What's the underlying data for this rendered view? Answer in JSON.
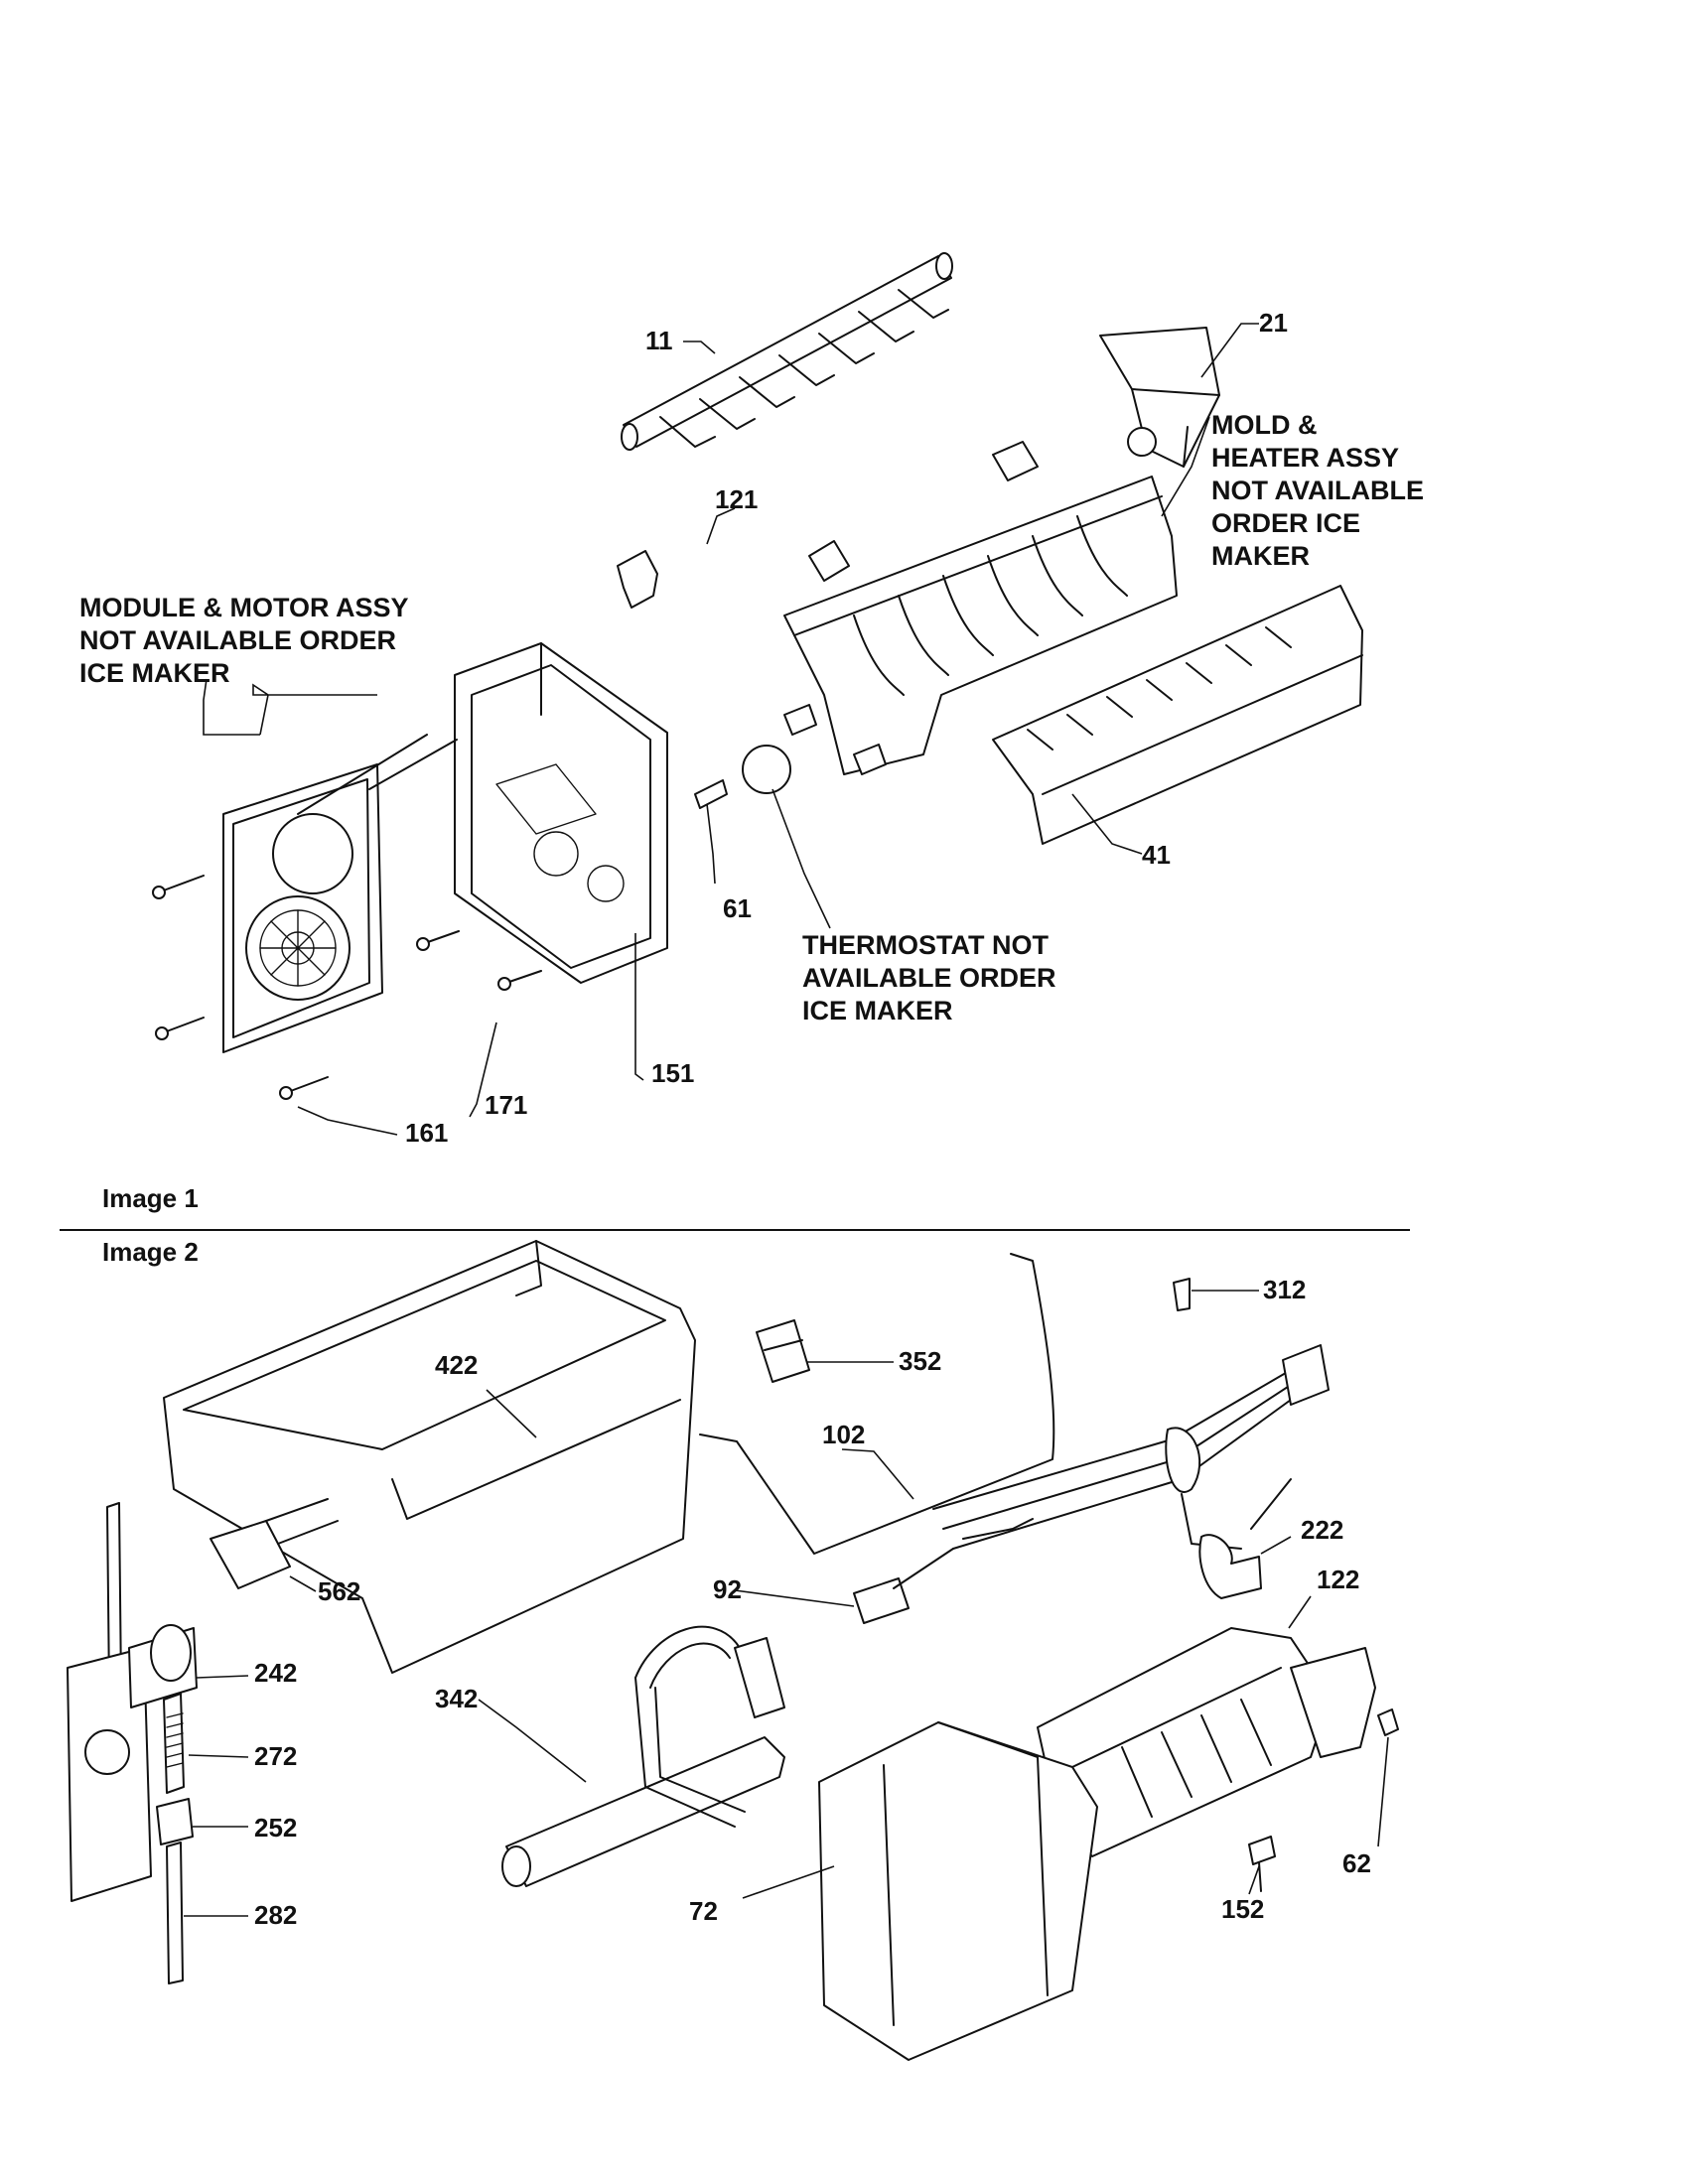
{
  "sections": {
    "image1": "Image 1",
    "image2": "Image 2"
  },
  "notes": {
    "mold": [
      "MOLD &",
      "HEATER ASSY",
      "NOT AVAILABLE",
      "ORDER ICE",
      "MAKER"
    ],
    "module": [
      "MODULE & MOTOR ASSY",
      "NOT AVAILABLE ORDER",
      "ICE MAKER"
    ],
    "thermostat": [
      "THERMOSTAT NOT",
      "AVAILABLE ORDER",
      "ICE MAKER"
    ]
  },
  "parts": {
    "p11": "11",
    "p21": "21",
    "p121": "121",
    "p41": "41",
    "p61": "61",
    "p151": "151",
    "p171": "171",
    "p161": "161",
    "p312": "312",
    "p352": "352",
    "p422": "422",
    "p102": "102",
    "p222": "222",
    "p122": "122",
    "p92": "92",
    "p562": "562",
    "p242": "242",
    "p342": "342",
    "p272": "272",
    "p252": "252",
    "p282": "282",
    "p72": "72",
    "p62": "62",
    "p152": "152"
  }
}
